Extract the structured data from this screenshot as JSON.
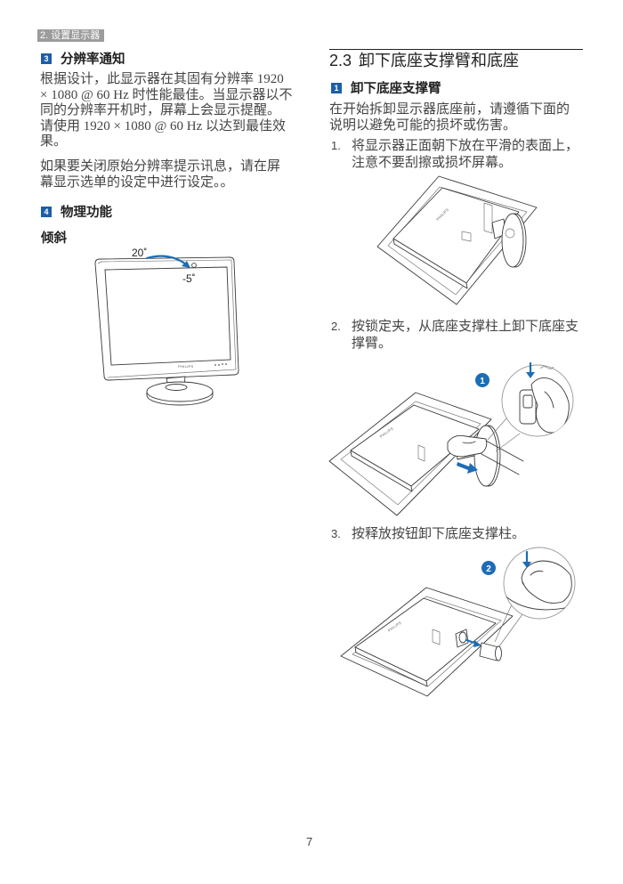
{
  "header_tab": {
    "label": "2. 设置显示器"
  },
  "left": {
    "resolution": {
      "badge": "3",
      "title": "分辨率通知",
      "paragraphs": [
        {
          "lines": [
            "根据设计，此显示器在其固有分辨率 1920",
            "× 1080 @ 60 Hz 时性能最佳。当显示器以不",
            "同的分辨率开机时，屏幕上会显示提醒。",
            "请使用 1920 × 1080 @ 60 Hz 以达到最佳效",
            "果。"
          ]
        },
        {
          "lines": [
            "如果要关闭原始分辨率提示讯息，请在屏",
            "幕显示选单的设定中进行设定。。"
          ]
        }
      ]
    },
    "physical": {
      "badge": "4",
      "title": "物理功能",
      "subheading": "倾斜",
      "tilt_figure": {
        "up_angle": "20˚",
        "down_angle": "-5˚",
        "logo": "PHILIPS"
      }
    }
  },
  "right": {
    "chapter": {
      "number": "2.3",
      "title": "卸下底座支撑臂和底座"
    },
    "remove_arm": {
      "badge": "1",
      "title": "卸下底座支撑臂",
      "intro_lines": [
        "在开始拆卸显示器底座前，请遵循下面的",
        "说明以避免可能的损坏或伤害。"
      ],
      "steps": [
        {
          "number": "1.",
          "lines": [
            "将显示器正面朝下放在平滑的表面上，",
            "注意不要刮擦或损坏屏幕。"
          ]
        },
        {
          "number": "2.",
          "lines": [
            "按锁定夹，从底座支撑柱上卸下底座支",
            "撑臂。"
          ]
        },
        {
          "number": "3.",
          "lines": [
            "按释放按钮卸下底座支撑柱。"
          ]
        }
      ]
    },
    "figures": {
      "step2_callout": "1",
      "step3_callout": "2",
      "logo": "PHILIPS"
    }
  },
  "page_number": "7",
  "colors": {
    "accent": "#1d5ea8",
    "arrow": "#1d6db5",
    "tab_background": "#9c9c9c",
    "text": "#444444"
  }
}
